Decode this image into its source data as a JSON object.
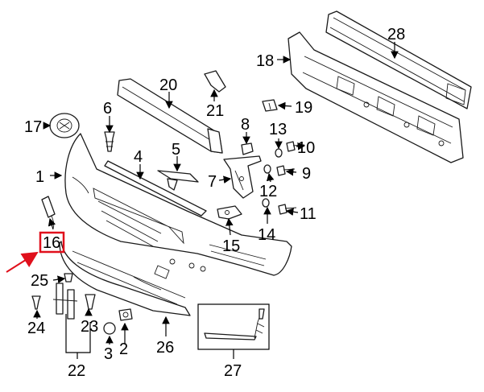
{
  "accent_color": "#e0101c",
  "highlight_label": "16",
  "callouts": {
    "c1": "1",
    "c2": "2",
    "c3": "3",
    "c4": "4",
    "c5": "5",
    "c6": "6",
    "c7": "7",
    "c8": "8",
    "c9": "9",
    "c10": "10",
    "c11": "11",
    "c12": "12",
    "c13": "13",
    "c14": "14",
    "c15": "15",
    "c16": "16",
    "c17": "17",
    "c18": "18",
    "c19": "19",
    "c20": "20",
    "c21": "21",
    "c22": "22",
    "c23": "23",
    "c24": "24",
    "c25": "25",
    "c26": "26",
    "c27": "27",
    "c28": "28"
  }
}
